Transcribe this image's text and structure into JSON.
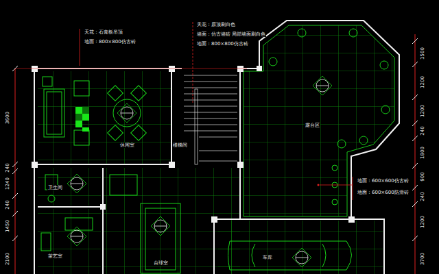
{
  "diagram": {
    "labels": [
      "天花：石膏板吊顶",
      "地面：800×800仿古砖",
      "天花：原顶刷白色",
      "墙面：仿古墙砖 局部墙面刷白色",
      "地面：800×800仿古砖",
      "休闲室",
      "楼梯间",
      "露台区",
      "地面：600×600仿古砖",
      "地面：600×600防滑砖",
      "卫生间",
      "茶艺室",
      "台球室",
      "车库",
      "3600",
      "240",
      "1240",
      "240",
      "1450",
      "2100",
      "1500",
      "1200",
      "1200",
      "240",
      "1800",
      "900",
      "240",
      "1200",
      "3700"
    ]
  }
}
